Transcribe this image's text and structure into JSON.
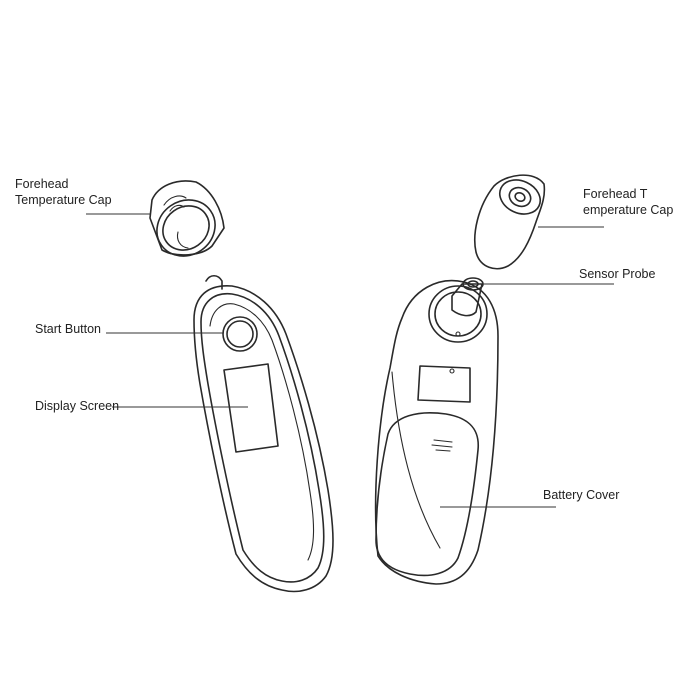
{
  "labels": {
    "cap_left_line1": "Forehead",
    "cap_left_line2": "Temperature Cap",
    "cap_right_line1": "Forehead T",
    "cap_right_line2": "emperature Cap",
    "sensor_probe": "Sensor Probe",
    "start_button": "Start Button",
    "display_screen": "Display Screen",
    "battery_cover": "Battery Cover"
  },
  "colors": {
    "line": "#2a2a2a",
    "text": "#222222",
    "background": "#ffffff"
  }
}
